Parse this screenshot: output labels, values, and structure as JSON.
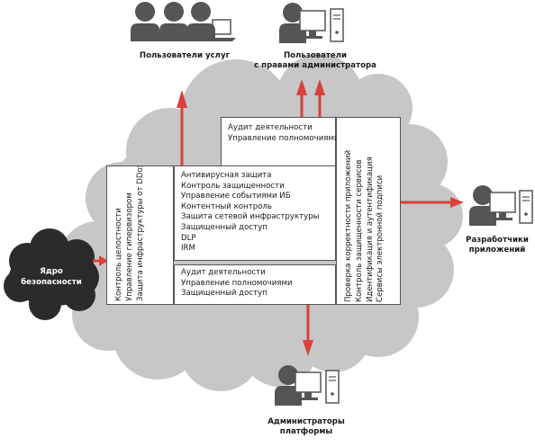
{
  "diagram": {
    "colors": {
      "cloud": "#c7c7c7",
      "core_cloud": "#2b2b2b",
      "arrow": "#d9413a",
      "person": "#555555",
      "border": "#555555"
    },
    "actors": {
      "service_users": {
        "icon": "people-group-icon",
        "lines": [
          "Пользователи услуг"
        ]
      },
      "admin_users": {
        "icon": "workstation-user-icon",
        "lines": [
          "Пользователи",
          "с правами администратора"
        ]
      },
      "app_developers": {
        "icon": "workstation-user-icon",
        "lines": [
          "Разработчики",
          "приложений"
        ]
      },
      "platform_admins": {
        "icon": "workstation-user-icon",
        "lines": [
          "Администраторы",
          "платформы"
        ]
      }
    },
    "security_core": {
      "lines": [
        "Ядро",
        "безопасности"
      ]
    },
    "boxes": {
      "left_vertical": {
        "items": [
          "Контроль целостности",
          "Управление гипервизором",
          "Защита инфраструктуры от DDoS"
        ]
      },
      "top_small": {
        "items": [
          "Аудит деятельности",
          "Управление полномочиями"
        ]
      },
      "middle": {
        "items": [
          "Антивирусная защита",
          "Контроль защищенности",
          "Управление событиями ИБ",
          "Контентный контроль",
          "Защита сетевой инфраструктуры",
          "Защищенный доступ",
          "DLP",
          "IRM"
        ]
      },
      "bottom": {
        "items": [
          "Аудит деятельности",
          "Управление полномочиями",
          "Защищенный доступ"
        ]
      },
      "right_vertical": {
        "items": [
          "Проверка корректности приложений",
          "Контроль защищенности сервисов",
          "Идентификация и аутентификация",
          "Сервисы электронной подписи"
        ]
      }
    }
  }
}
